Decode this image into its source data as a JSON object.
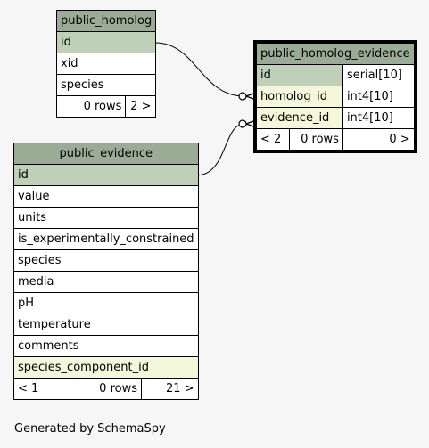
{
  "tables": {
    "homolog": {
      "name": "public_homolog",
      "columns": [
        "id",
        "xid",
        "species"
      ],
      "footer": {
        "rows": "0 rows",
        "children": "2 >"
      }
    },
    "homolog_evidence": {
      "name": "public_homolog_evidence",
      "columns": [
        {
          "name": "id",
          "type": "serial[10]"
        },
        {
          "name": "homolog_id",
          "type": "int4[10]"
        },
        {
          "name": "evidence_id",
          "type": "int4[10]"
        }
      ],
      "footer": {
        "parents": "< 2",
        "rows": "0 rows",
        "children": "0 >"
      }
    },
    "evidence": {
      "name": "public_evidence",
      "columns": [
        "id",
        "value",
        "units",
        "is_experimentally_constrained",
        "species",
        "media",
        "pH",
        "temperature",
        "comments",
        "species_component_id"
      ],
      "footer": {
        "parents": "< 1",
        "rows": "0 rows",
        "children": "21 >"
      }
    }
  },
  "footer_text": "Generated by SchemaSpy"
}
